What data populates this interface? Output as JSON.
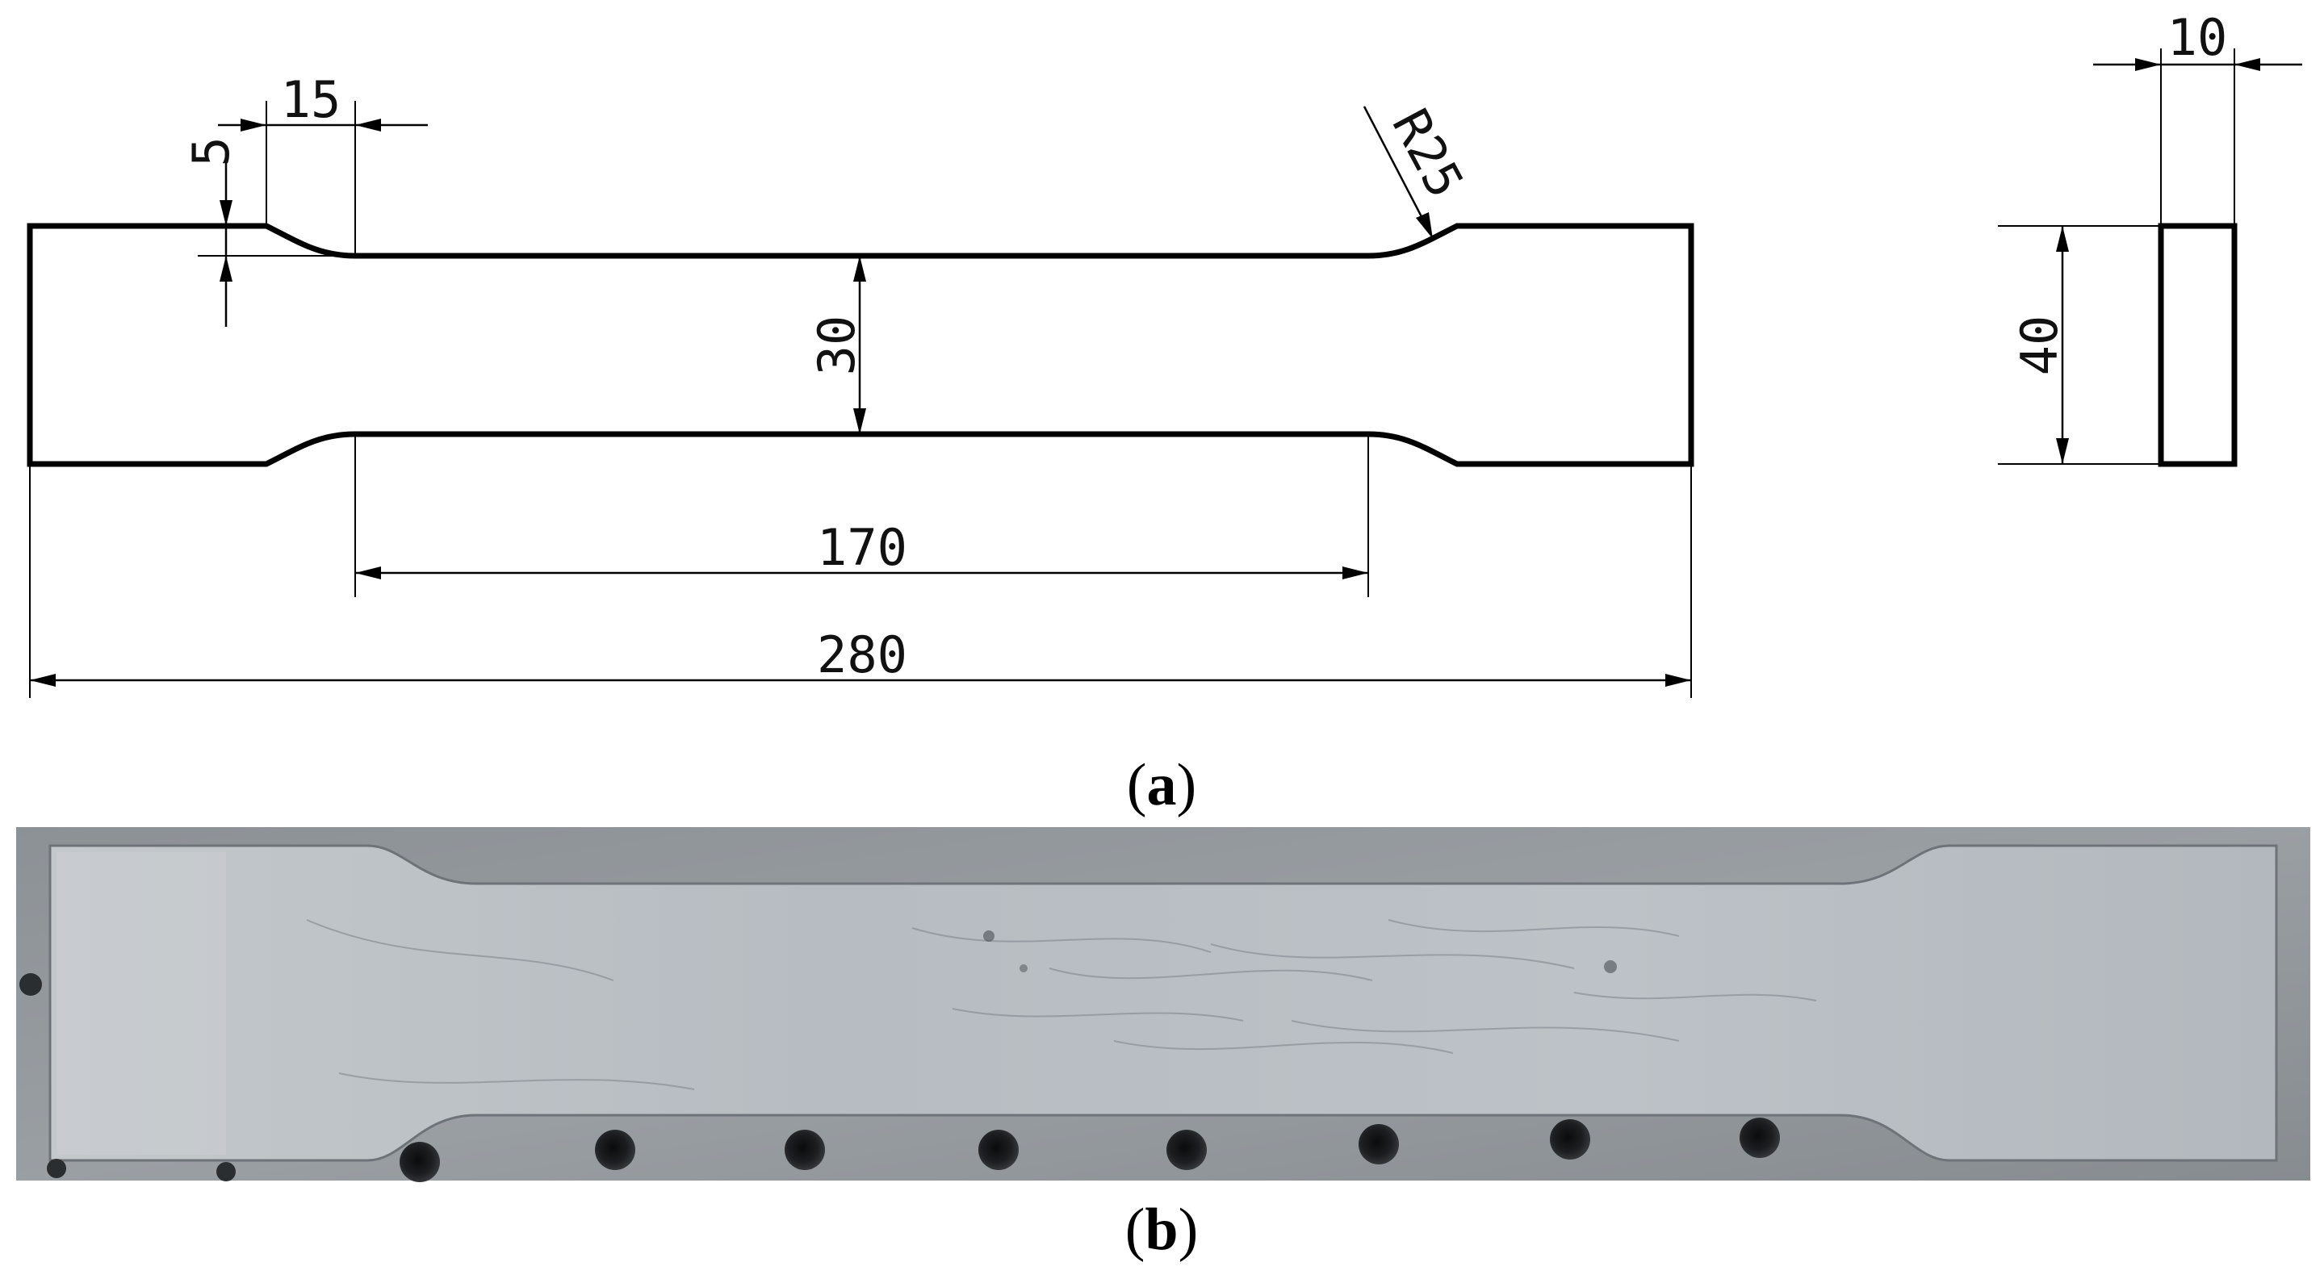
{
  "panel_a": {
    "caption_letter": "a",
    "dimensions": {
      "fillet_step": "5",
      "fillet_length": "15",
      "fillet_radius": "R25",
      "gauge_width": "30",
      "gauge_length": "170",
      "overall_length": "280",
      "thickness": "10",
      "grip_width": "40"
    }
  },
  "panel_b": {
    "caption_letter": "b"
  },
  "colors": {
    "line": "#000000",
    "specimen_metal": "#b9bfc4",
    "background_plate": "#8f9499",
    "hole": "#1a1c1f"
  }
}
